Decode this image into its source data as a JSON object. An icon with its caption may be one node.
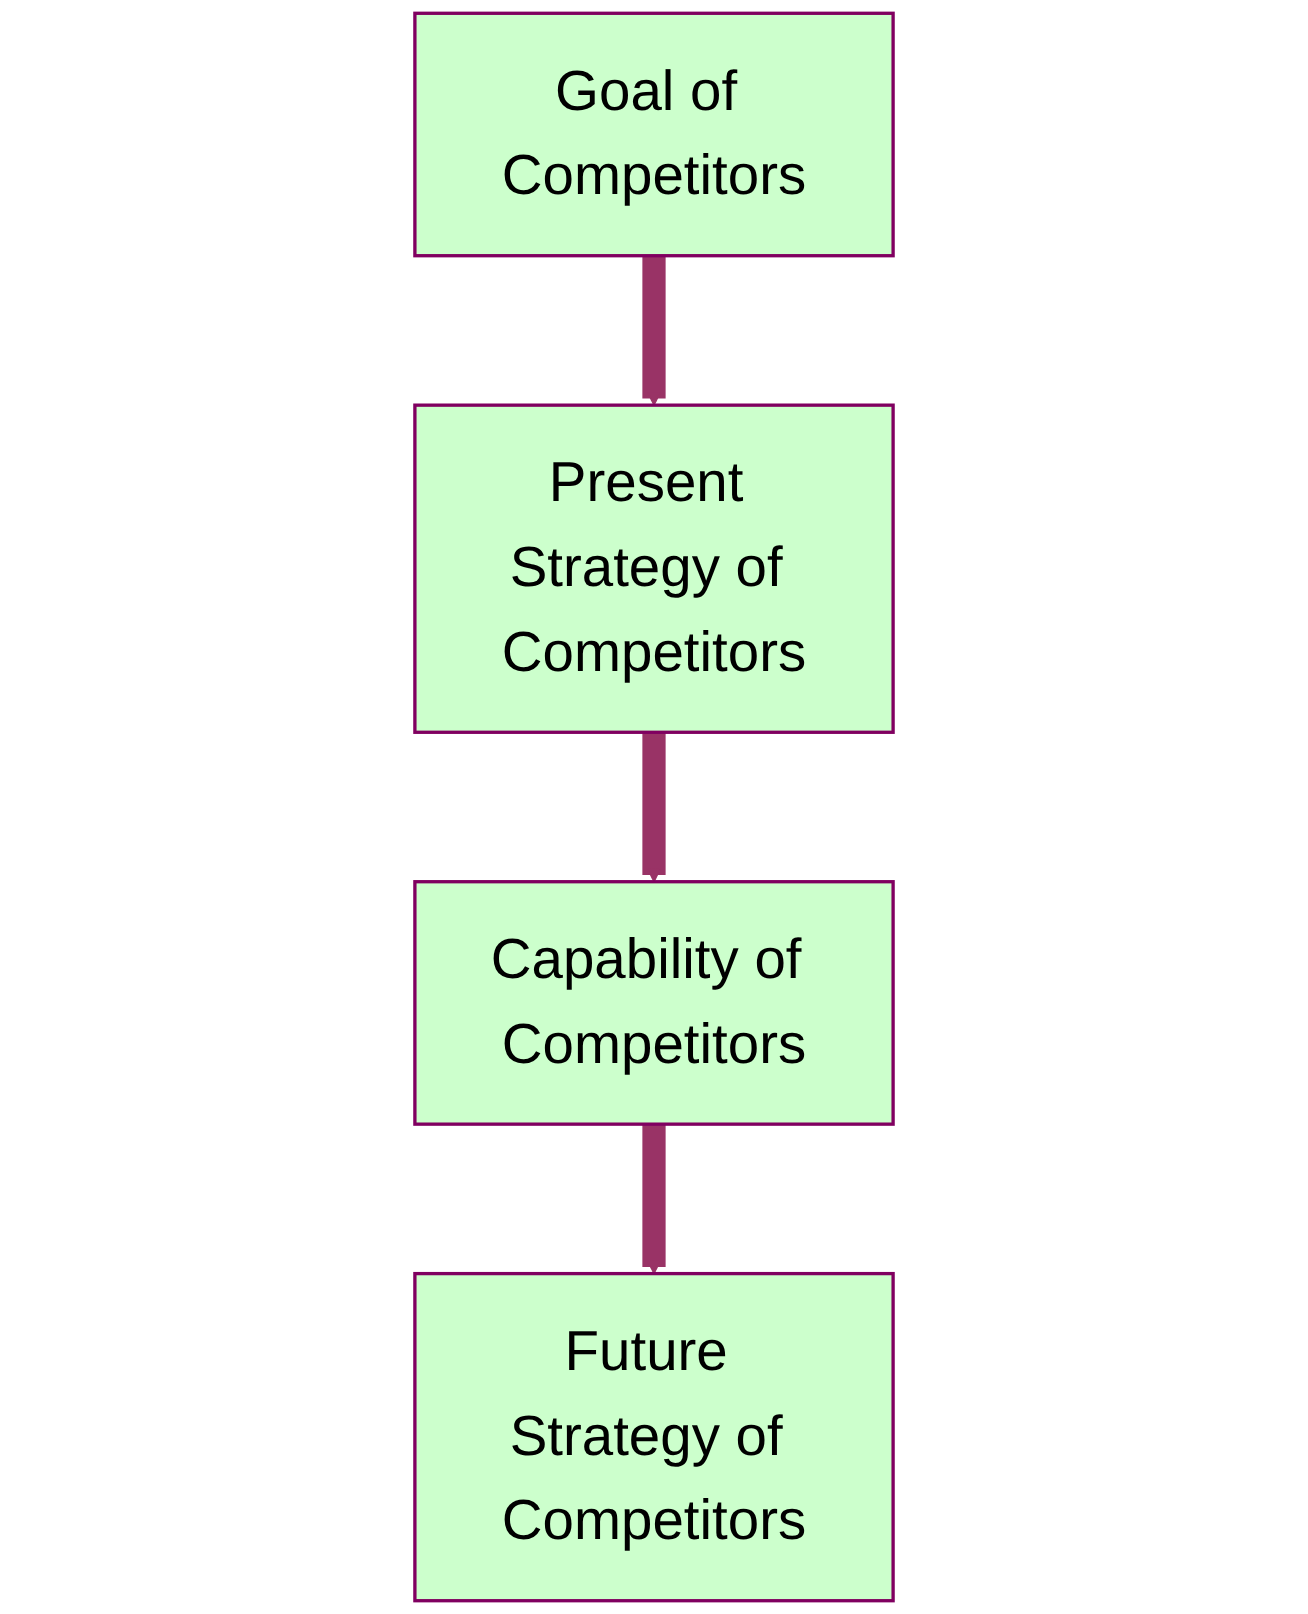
{
  "diagram": {
    "nodes": [
      {
        "text": [
          "Goal of Competitors"
        ]
      },
      {
        "text": [
          "Present Strategy of Competitors"
        ]
      },
      {
        "text": [
          "Capability of Competitors"
        ]
      },
      {
        "text": [
          "Future Strategy of Competitors"
        ]
      }
    ],
    "edges": [
      {
        "from": 0,
        "to": 1,
        "arrow": "to"
      },
      {
        "from": 1,
        "to": 2,
        "arrow": "to"
      },
      {
        "from": 2,
        "to": 3,
        "arrow": "to"
      }
    ]
  }
}
